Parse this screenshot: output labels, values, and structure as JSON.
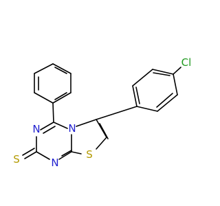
{
  "molecule": {
    "colors": {
      "bond": "#000000",
      "N": "#1f1fcf",
      "S": "#b39a00",
      "Cl": "#1f9a1f"
    },
    "atoms": [
      {
        "id": "n_top",
        "element": "N",
        "label": "N"
      },
      {
        "id": "n_left",
        "element": "N",
        "label": "N"
      },
      {
        "id": "n_bot",
        "element": "N",
        "label": "N"
      },
      {
        "id": "s_ring",
        "element": "S",
        "label": "S"
      },
      {
        "id": "s_thione",
        "element": "S",
        "label": "S"
      },
      {
        "id": "cl",
        "element": "Cl",
        "label": "Cl"
      }
    ]
  }
}
